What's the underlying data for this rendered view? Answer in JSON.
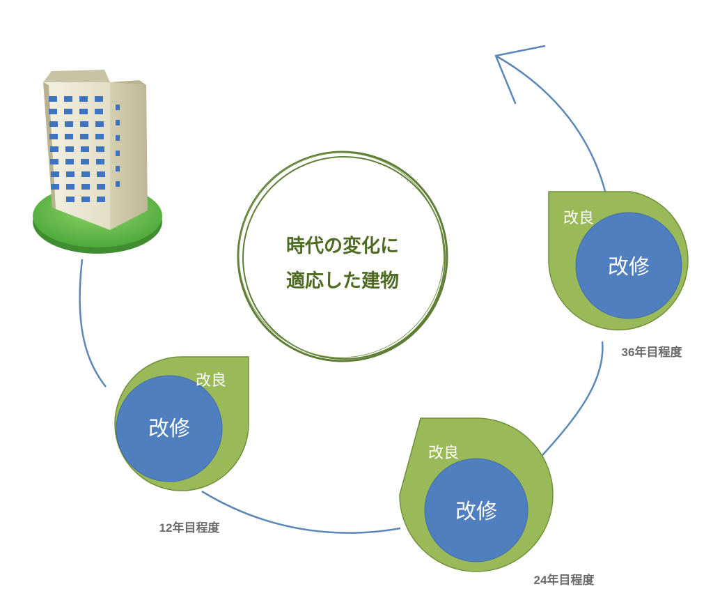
{
  "center": {
    "line1": "時代の変化に",
    "line2": "適応した建物"
  },
  "stages": [
    {
      "inner_label": "改修",
      "outer_label": "改良",
      "time_label": "12年目程度"
    },
    {
      "inner_label": "改修",
      "outer_label": "改良",
      "time_label": "24年目程度"
    },
    {
      "inner_label": "改修",
      "outer_label": "改良",
      "time_label": "36年目程度"
    }
  ],
  "colors": {
    "leaf_green": "#9aba5a",
    "leaf_stroke": "#6f8f3a",
    "inner_blue": "#4f7fbf",
    "cycle_line": "#5a86b8",
    "center_ring": "#5e7d35",
    "center_text": "#4d6b22",
    "time_text": "#6b6b6b"
  },
  "icons": {
    "building": "office-building-icon",
    "arrow": "cycle-arrow-icon"
  }
}
